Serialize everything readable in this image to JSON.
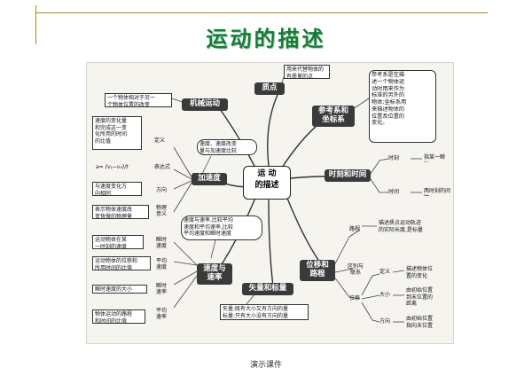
{
  "slide": {
    "title": "运动的描述",
    "footer": "演示课件"
  },
  "map": {
    "center": "运 动\n的描述",
    "nodes": {
      "jixie": "机械运动",
      "zhidian": "质点",
      "cankaoxi": "参考系和\n坐标系",
      "shike": "时刻和时间",
      "jiasudu": "加速度",
      "weiyi": "位移和\n路程",
      "sudu": "速度与\n速率",
      "shiliang": "矢量和标量"
    },
    "boxes": {
      "jixie_def": "一个物体相对于另一\n个物体位置的改变",
      "zhidian_def": "用来代替物体的\n有质量的点",
      "cankao_def": "参考系是在描\n述一个物体运\n动时用来作为\n标准的另外的\n物体;坐标系用\n来描述物体的\n位置及位置的\n变化。",
      "shike_def": "指某一瞬时",
      "shijian_def": "两时刻的间隔",
      "jia_def": "速度的变化量\n和完成这一变\n化所用的时间\n的比值",
      "jia_formula": "a= (v₁−v₀)/t",
      "jia_dir": "与速度变化方\n向相同",
      "jia_meaning": "表示物体速度改\n变快慢的物理量",
      "jia_vs": "速度、速度改变\n量与加速度比较",
      "sulv_vs": "速度与速率,比较平均\n速度和平均速率,比较\n平均速度和瞬时速度",
      "sudu_inst": "运动物体在某\n一时刻的速度",
      "sudu_avg": "运动物体的位移和\n所用时间的比值",
      "sulv_inst": "瞬时速度的大小",
      "sulv_avg": "物体运动的路程\n和时间的比值",
      "shiliang_def": "矢量:既有大小又有方向的量\n标量:只有大小没有方向的量",
      "lucheng_def": "描述质点运动轨迹\n的实际长度,是标量",
      "weiyi_def": "描述物体位\n置的变化",
      "weiyi_size": "由初始位置\n到末位置的\n距离",
      "weiyi_dir": "由初始位置\n指向末位置"
    },
    "labels": {
      "dingyi": "定义",
      "biaodashi": "表达式",
      "fangxiang": "方向",
      "wuliyiyi": "物理\n意义",
      "shunshi_sudu": "瞬时\n速度",
      "pingjun_sudu": "平均\n速度",
      "shunshi_sulv": "瞬时\n速率",
      "pingjun_sulv": "平均\n速率",
      "shike": "时刻",
      "shijian": "时间",
      "lucheng": "路程",
      "qubie": "区别与\n联系",
      "weiyi": "位移",
      "w_dingyi": "定义",
      "daxiao": "大小",
      "w_fangxiang": "方向"
    }
  }
}
